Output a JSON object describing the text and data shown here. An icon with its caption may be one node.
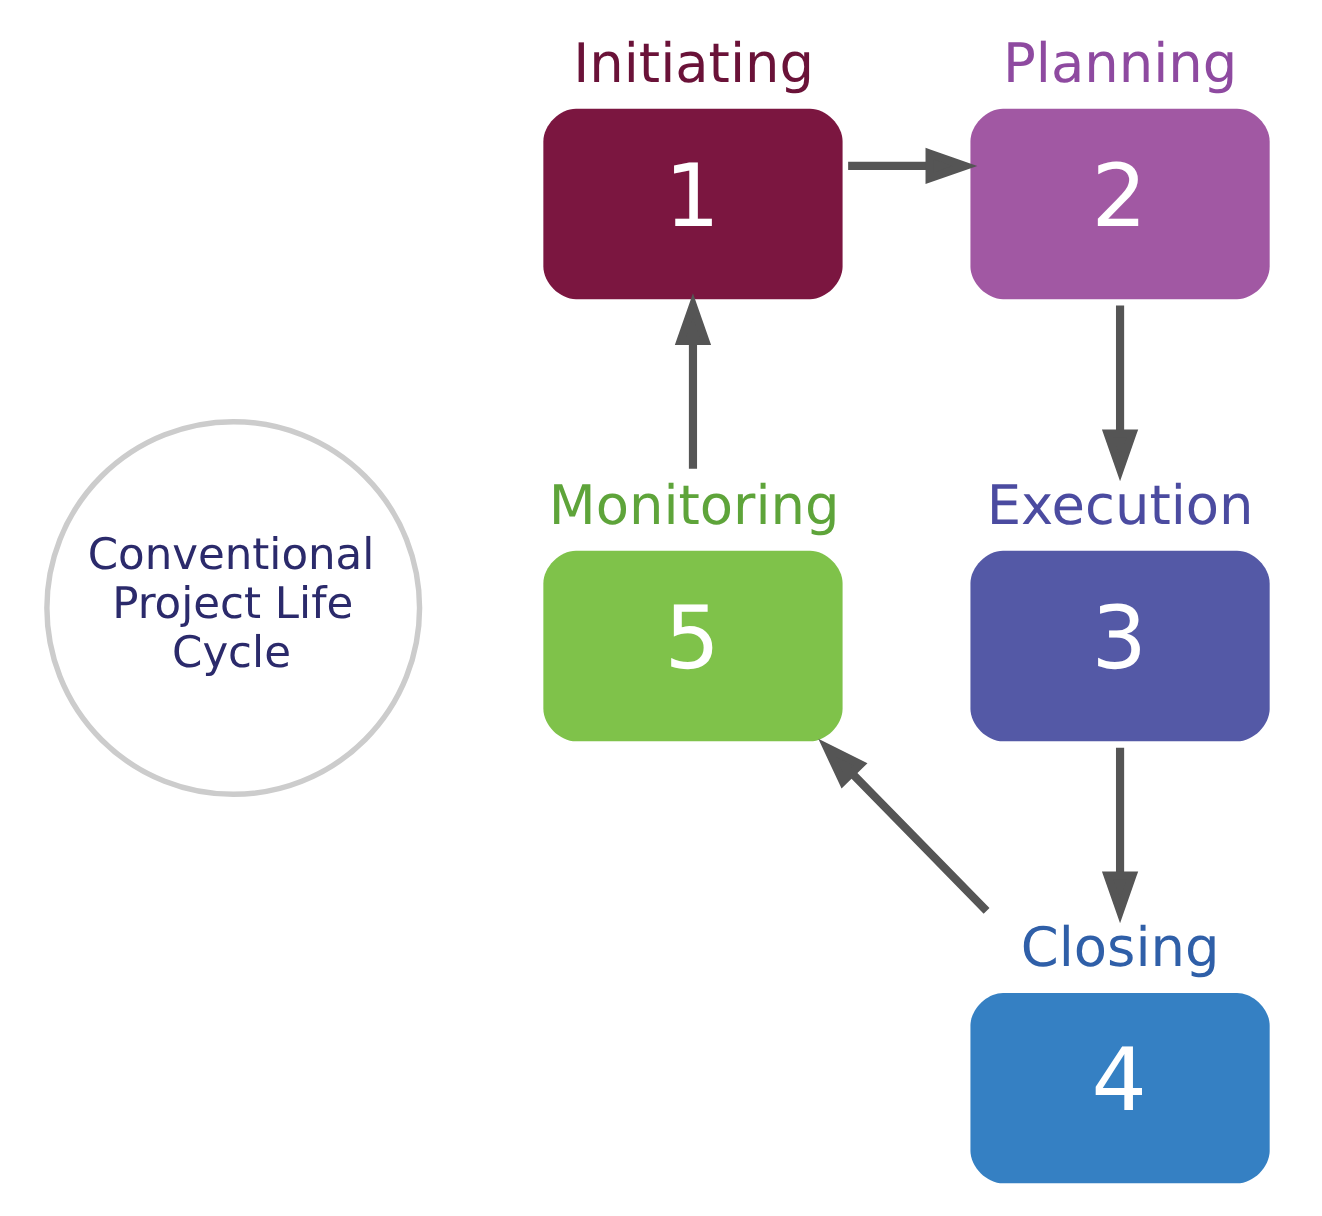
{
  "diagram": {
    "nodes": [
      {
        "text": [
          "Conventional Project Life Cycle"
        ]
      },
      {
        "text": [
          "Initiating",
          "1"
        ]
      },
      {
        "text": [
          "Planning",
          "2"
        ]
      },
      {
        "text": [
          "Execution",
          "3"
        ]
      },
      {
        "text": [
          "Closing",
          "4"
        ]
      },
      {
        "text": [
          "Monitoring",
          "5"
        ]
      }
    ],
    "edges": [
      {
        "from": 1,
        "to": 2,
        "arrow": "to"
      },
      {
        "from": 2,
        "to": 3,
        "arrow": "to"
      },
      {
        "from": 3,
        "to": 4,
        "arrow": "to"
      },
      {
        "from": 4,
        "to": 5,
        "arrow": "to"
      },
      {
        "from": 5,
        "to": 1,
        "arrow": "to"
      }
    ]
  }
}
